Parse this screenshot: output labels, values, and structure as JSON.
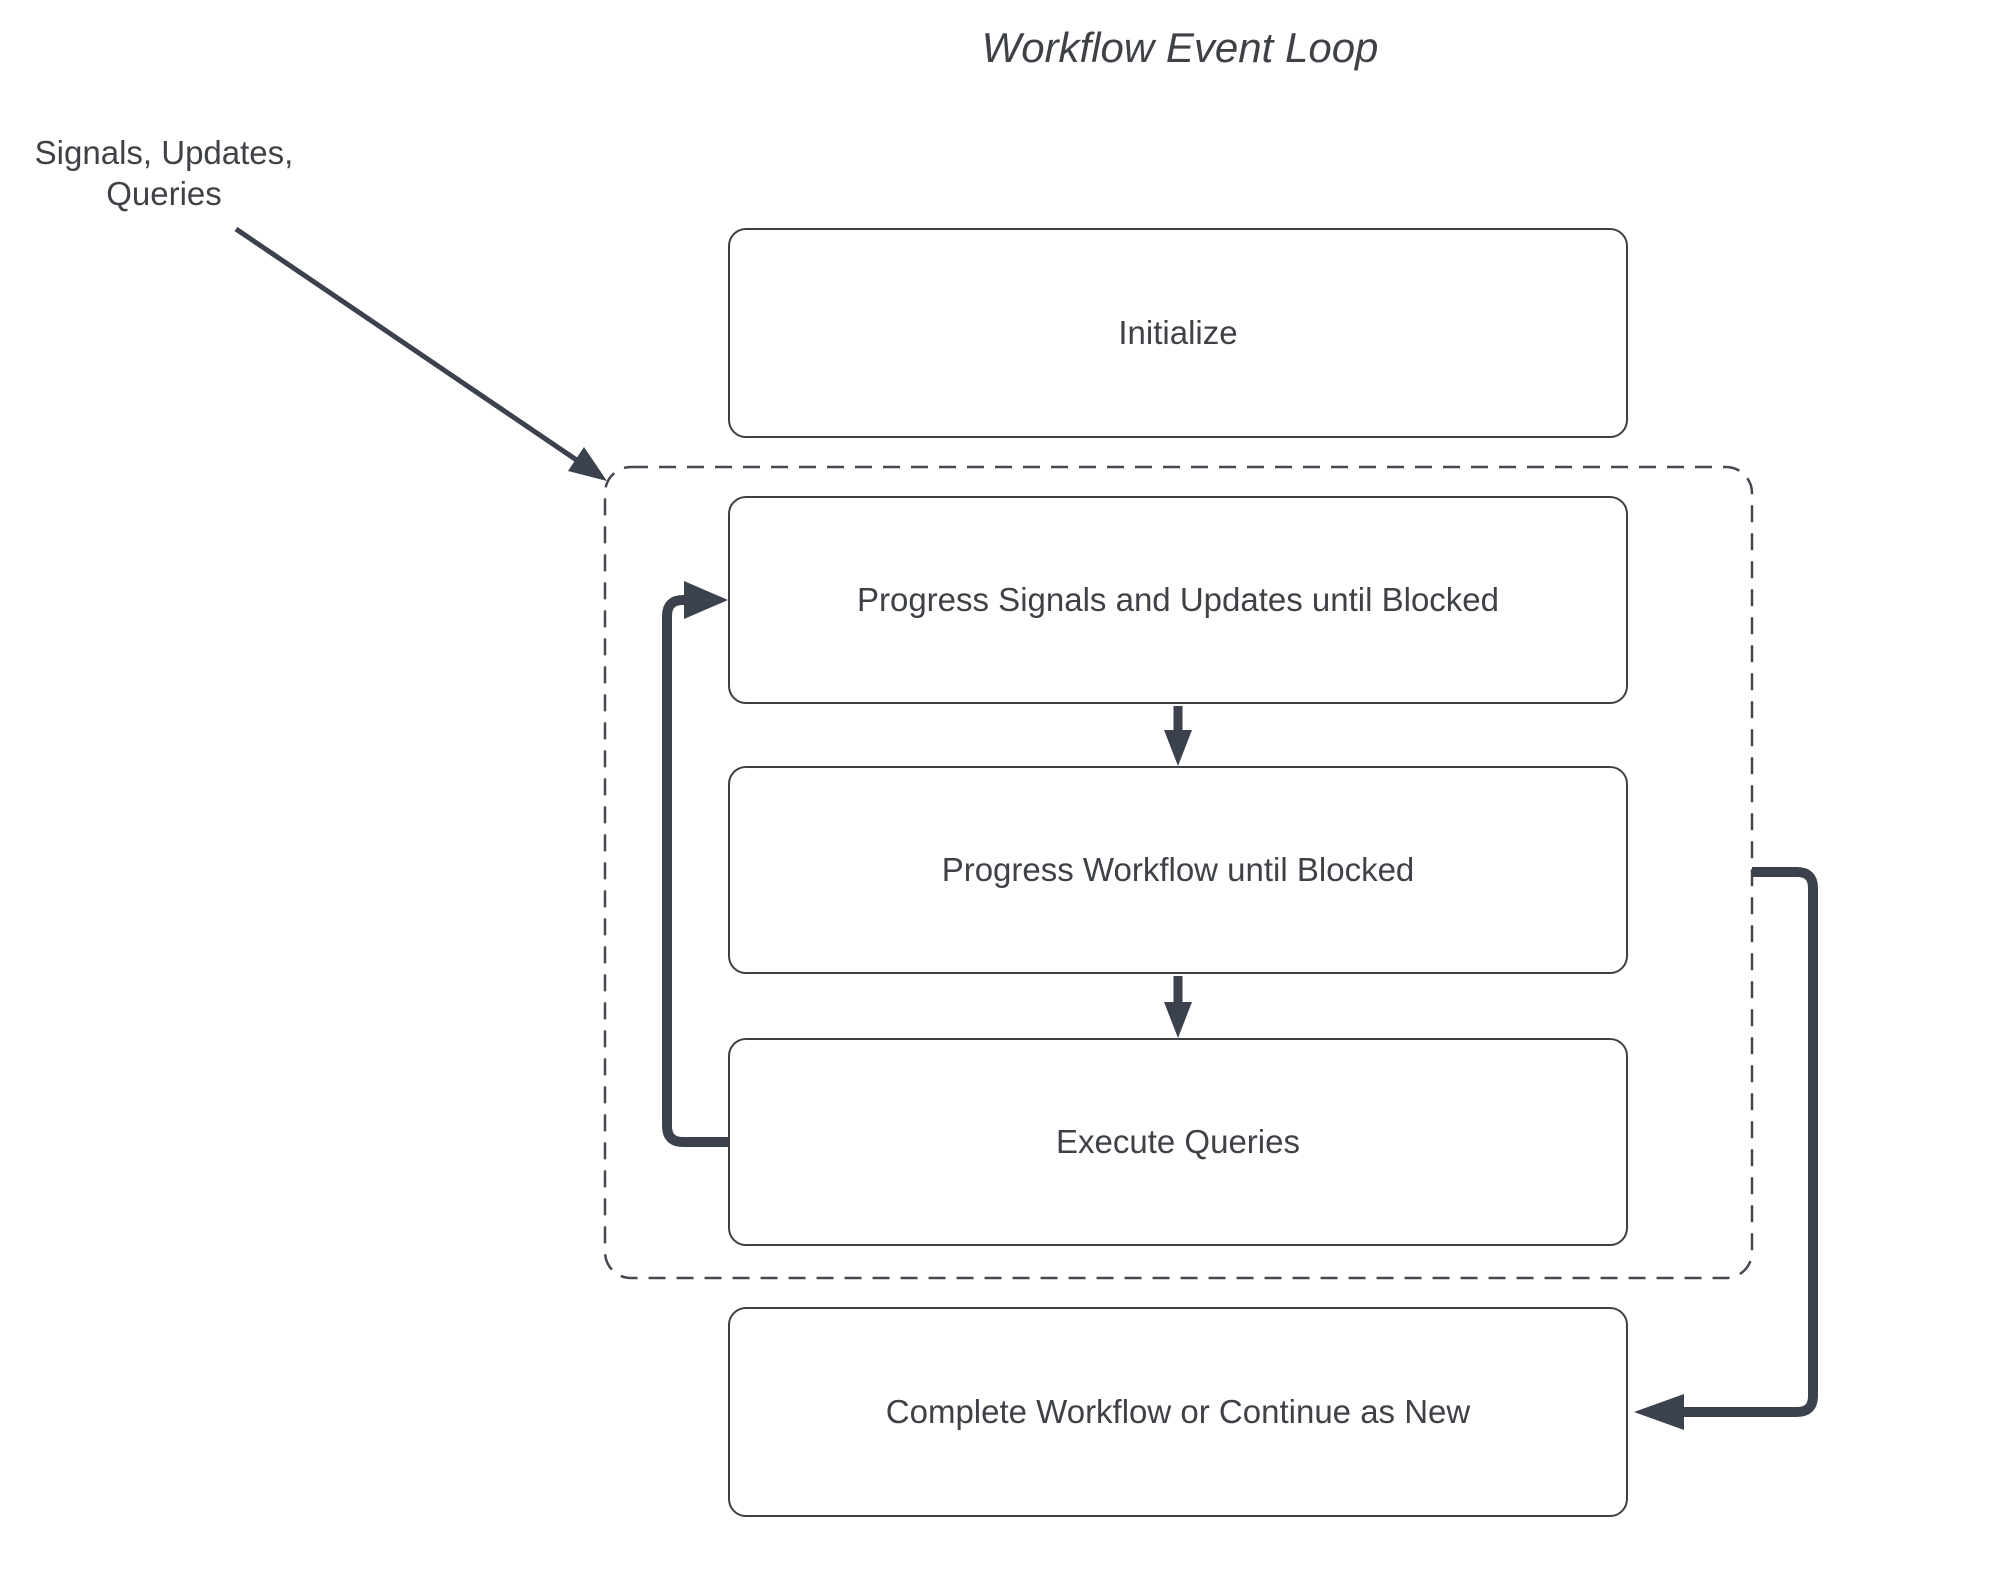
{
  "title": "Workflow Event Loop",
  "annotation": {
    "line1": "Signals, Updates,",
    "line2": "Queries"
  },
  "nodes": {
    "initialize": {
      "label": "Initialize"
    },
    "progress_signals": {
      "label": "Progress Signals and Updates until Blocked"
    },
    "progress_workflow": {
      "label": "Progress Workflow until Blocked"
    },
    "execute_queries": {
      "label": "Execute Queries"
    },
    "complete_workflow": {
      "label": "Complete Workflow or Continue as New"
    }
  },
  "colors": {
    "background": "#ffffff",
    "node_border": "#3d4045",
    "dashed_group_border": "#44484f",
    "connector": "#3b414d",
    "text": "#3e4247"
  }
}
